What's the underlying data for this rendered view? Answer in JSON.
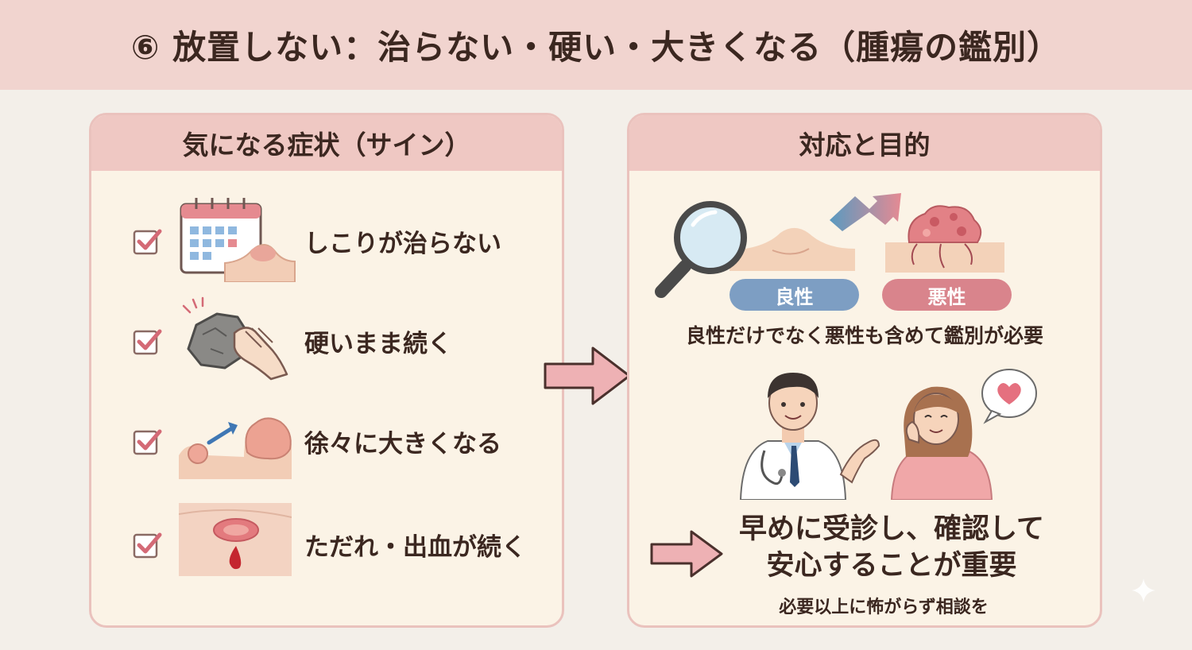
{
  "header": {
    "title": "⑥ 放置しない：治らない・硬い・大きくなる（腫瘍の鑑別）"
  },
  "left_panel": {
    "title": "気になる症状（サイン）",
    "items": [
      {
        "label": "しこりが治らない",
        "icon": "calendar-lump-icon"
      },
      {
        "label": "硬いまま続く",
        "icon": "hard-rock-hand-icon"
      },
      {
        "label": "徐々に大きくなる",
        "icon": "growing-lump-icon"
      },
      {
        "label": "ただれ・出血が続く",
        "icon": "bleeding-sore-icon"
      }
    ]
  },
  "right_panel": {
    "title": "対応と目的",
    "benign_label": "良性",
    "malignant_label": "悪性",
    "differential_text": "良性だけでなく悪性も含めて鑑別が必要",
    "action_line1": "早めに受診し、確認して",
    "action_line2": "安心することが重要",
    "note": "必要以上に怖がらず相談を"
  },
  "colors": {
    "header_bg": "#f1d4cf",
    "panel_head_bg": "#efc8c3",
    "panel_bg": "#fbf3e6",
    "benign": "#7d9ec3",
    "malignant": "#d9848c",
    "check": "#d46a76"
  }
}
